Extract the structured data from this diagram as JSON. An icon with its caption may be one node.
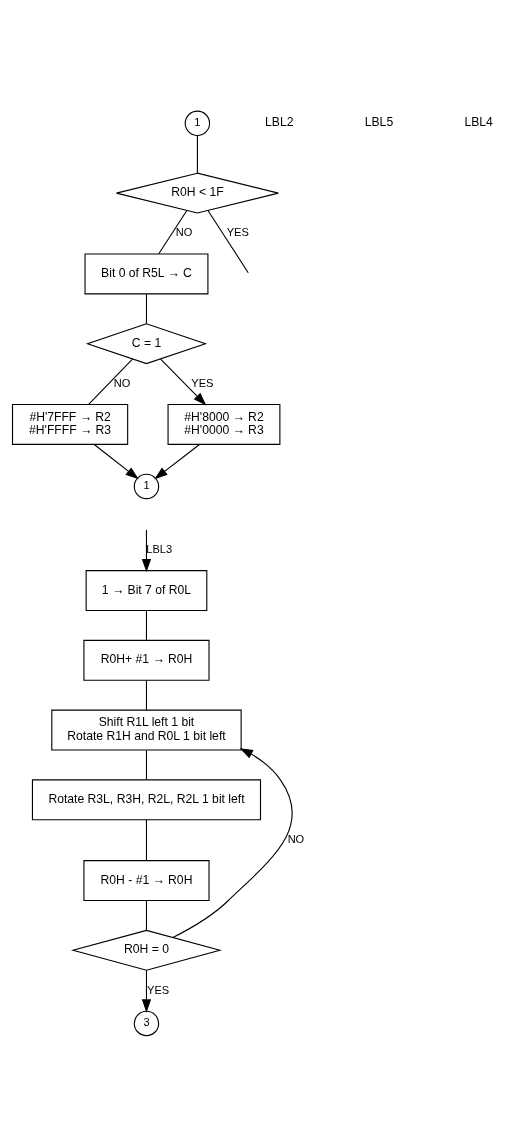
{
  "diagram": {
    "nodes": [
      {
        "text": [
          "1"
        ]
      },
      {
        "text": [
          "R0H < 1F"
        ]
      },
      {
        "text": [
          "Bit 0 of R5L → C"
        ]
      },
      {
        "text": [
          "C = 1"
        ]
      },
      {
        "text": [
          "#H'7FFF → R2",
          "#H'FFFF → R3"
        ]
      },
      {
        "text": [
          "#H'8000 → R2",
          "#H'0000 → R3"
        ]
      },
      {
        "text": [
          "1"
        ]
      },
      {
        "text": [
          "1 → Bit 7 of R0L"
        ]
      },
      {
        "text": [
          "R0H+ #1 → R0H"
        ]
      },
      {
        "text": [
          "Shift R1L left 1 bit",
          "Rotate R1H and R0L 1 bit left"
        ]
      },
      {
        "text": [
          "Rotate R3L, R3H, R2L, R2L 1 bit left"
        ]
      },
      {
        "text": [
          "R0H - #1 → R0H"
        ]
      },
      {
        "text": [
          "R0H = 0"
        ]
      },
      {
        "text": [
          "3"
        ]
      }
    ],
    "edges": [
      {
        "from": 0,
        "to": 1,
        "arrow": "none"
      },
      {
        "from": 1,
        "to": null,
        "arrow": "none",
        "label": "YES"
      },
      {
        "from": 1,
        "to": 2,
        "arrow": "none",
        "label": "NO"
      },
      {
        "from": 2,
        "to": 3,
        "arrow": "none"
      },
      {
        "from": 3,
        "to": 4,
        "arrow": "none",
        "label": "NO"
      },
      {
        "from": 3,
        "to": 5,
        "arrow": "to",
        "label": "YES"
      },
      {
        "from": 4,
        "to": 6,
        "arrow": "to"
      },
      {
        "from": 5,
        "to": 6,
        "arrow": "to"
      },
      {
        "from": null,
        "to": 7,
        "arrow": "to",
        "label": "LBL3"
      },
      {
        "from": 7,
        "to": 8,
        "arrow": "none"
      },
      {
        "from": 8,
        "to": 9,
        "arrow": "none"
      },
      {
        "from": 9,
        "to": 10,
        "arrow": "none"
      },
      {
        "from": 10,
        "to": 11,
        "arrow": "none"
      },
      {
        "from": 11,
        "to": 12,
        "arrow": "none"
      },
      {
        "from": 12,
        "to": 9,
        "arrow": "to",
        "label": "NO"
      },
      {
        "from": 12,
        "to": 13,
        "arrow": "to",
        "label": "YES"
      }
    ],
    "labels": [
      "LBL2",
      "LBL5",
      "LBL4"
    ]
  }
}
